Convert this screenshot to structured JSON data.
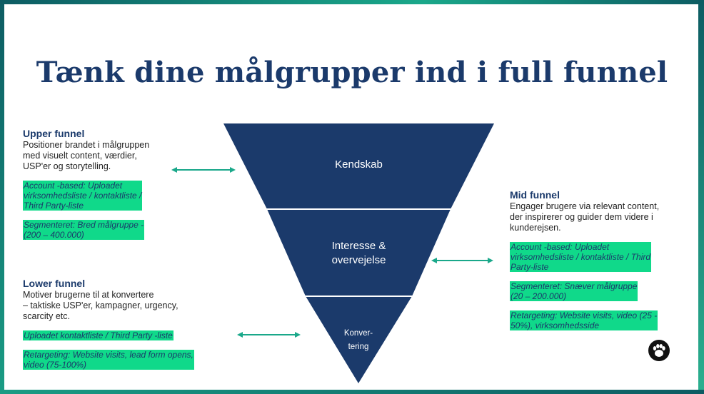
{
  "title": "Tænk dine målgrupper ind i full  funnel",
  "upper": {
    "heading": "Upper funnel",
    "text": "Positioner brandet i målgruppen\nmed visuelt content, værdier,\nUSP'er og storytelling.",
    "highlights": [
      "Account -based: Uploadet\nvirksomhedsliste / kontaktliste  /\nThird Party-liste",
      "Segmenteret: Bred målgruppe -\n(200 – 400.000)"
    ]
  },
  "lower": {
    "heading": "Lower funnel",
    "text": "Motiver brugerne til at konvertere\n– taktiske USP'er, kampagner, urgency,\nscarcity etc.",
    "highlights": [
      "Uploadet kontaktliste / Third Party -liste",
      "Retargeting: Website visits, lead form opens,\nvideo (75-100%)"
    ]
  },
  "mid": {
    "heading": "Mid funnel",
    "text": "Engager brugere via relevant content,\nder inspirerer og guider dem videre i\nkunderejsen.",
    "highlights": [
      "Account -based: Uploadet\nvirksomhedsliste / kontaktliste  / Third\nParty-liste",
      "Segmenteret: Snæver målgruppe\n(20 – 200.000)",
      "Retargeting: Website visits, video (25 -\n50%), virksomhedsside"
    ]
  },
  "funnel": {
    "stage1": "Kendskab",
    "stage2": "Interesse &\novervejelse",
    "stage3": "Konver-\ntering"
  },
  "colors": {
    "funnel": "#1b3a6b",
    "highlight": "#10d98a",
    "arrow": "#1aa88a",
    "title": "#1b3a6b"
  },
  "icons": {
    "logo": "paw-logo-icon"
  }
}
